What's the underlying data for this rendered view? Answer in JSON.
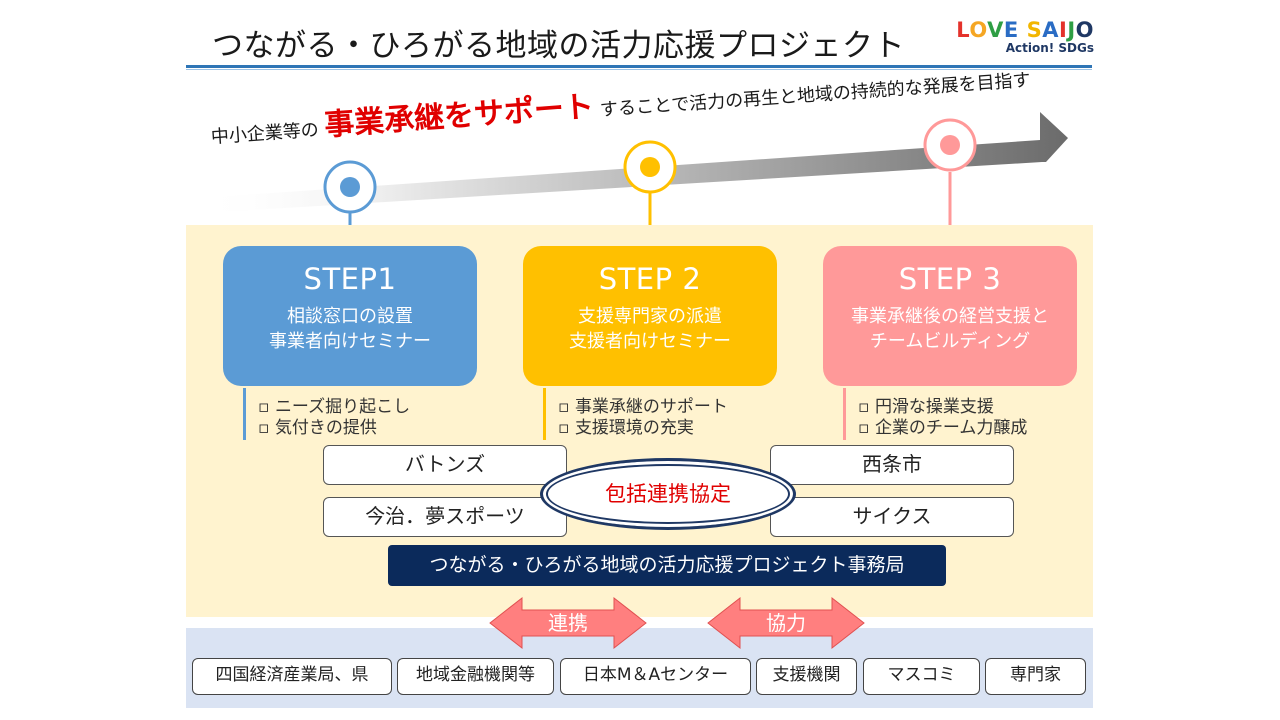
{
  "header": {
    "title": "つながる・ひろがる地域の活力応援プロジェクト",
    "logo_main": [
      "L",
      "O",
      "V",
      "E",
      " ",
      "S",
      "A",
      "I",
      "J",
      "O"
    ],
    "logo_colors": [
      "#e4322b",
      "#f5a623",
      "#2e9e44",
      "#2a6cc4",
      "#ffffff",
      "#f2b600",
      "#2a6cc4",
      "#e4322b",
      "#2e9e44",
      "#1f3864"
    ],
    "logo_sub": "Action! SDGs",
    "accent": "#2e75b6"
  },
  "tagline": {
    "prefix": "中小企業等の",
    "emphasis": "事業承継をサポート",
    "suffix": "することで活力の再生と地域の持続的な発展を目指す"
  },
  "steps": [
    {
      "title": "STEP1",
      "desc1": "相談窓口の設置",
      "desc2": "事業者向けセミナー",
      "color": "#5b9bd5",
      "bullets": [
        "ニーズ掘り起こし",
        "気付きの提供"
      ]
    },
    {
      "title": "STEP 2",
      "desc1": "支援専門家の派遣",
      "desc2": "支援者向けセミナー",
      "color": "#ffc000",
      "bullets": [
        "事業承継のサポート",
        "支援環境の充実"
      ]
    },
    {
      "title": "STEP 3",
      "desc1": "事業承継後の経営支援と",
      "desc2": "チームビルディング",
      "color": "#ff9999",
      "bullets": [
        "円滑な操業支援",
        "企業のチーム力醸成"
      ]
    }
  ],
  "partners": {
    "top_left": "バトンズ",
    "top_right": "西条市",
    "bottom_left": "今治．夢スポーツ",
    "bottom_right": "サイクス",
    "center": "包括連携協定"
  },
  "office": "つながる・ひろがる地域の活力応援プロジェクト事務局",
  "arrows": {
    "left": "連携",
    "right": "協力"
  },
  "orgs": [
    "四国経済産業局、県",
    "地域金融機関等",
    "日本M＆Aセンター",
    "支援機関",
    "マスコミ",
    "専門家"
  ]
}
